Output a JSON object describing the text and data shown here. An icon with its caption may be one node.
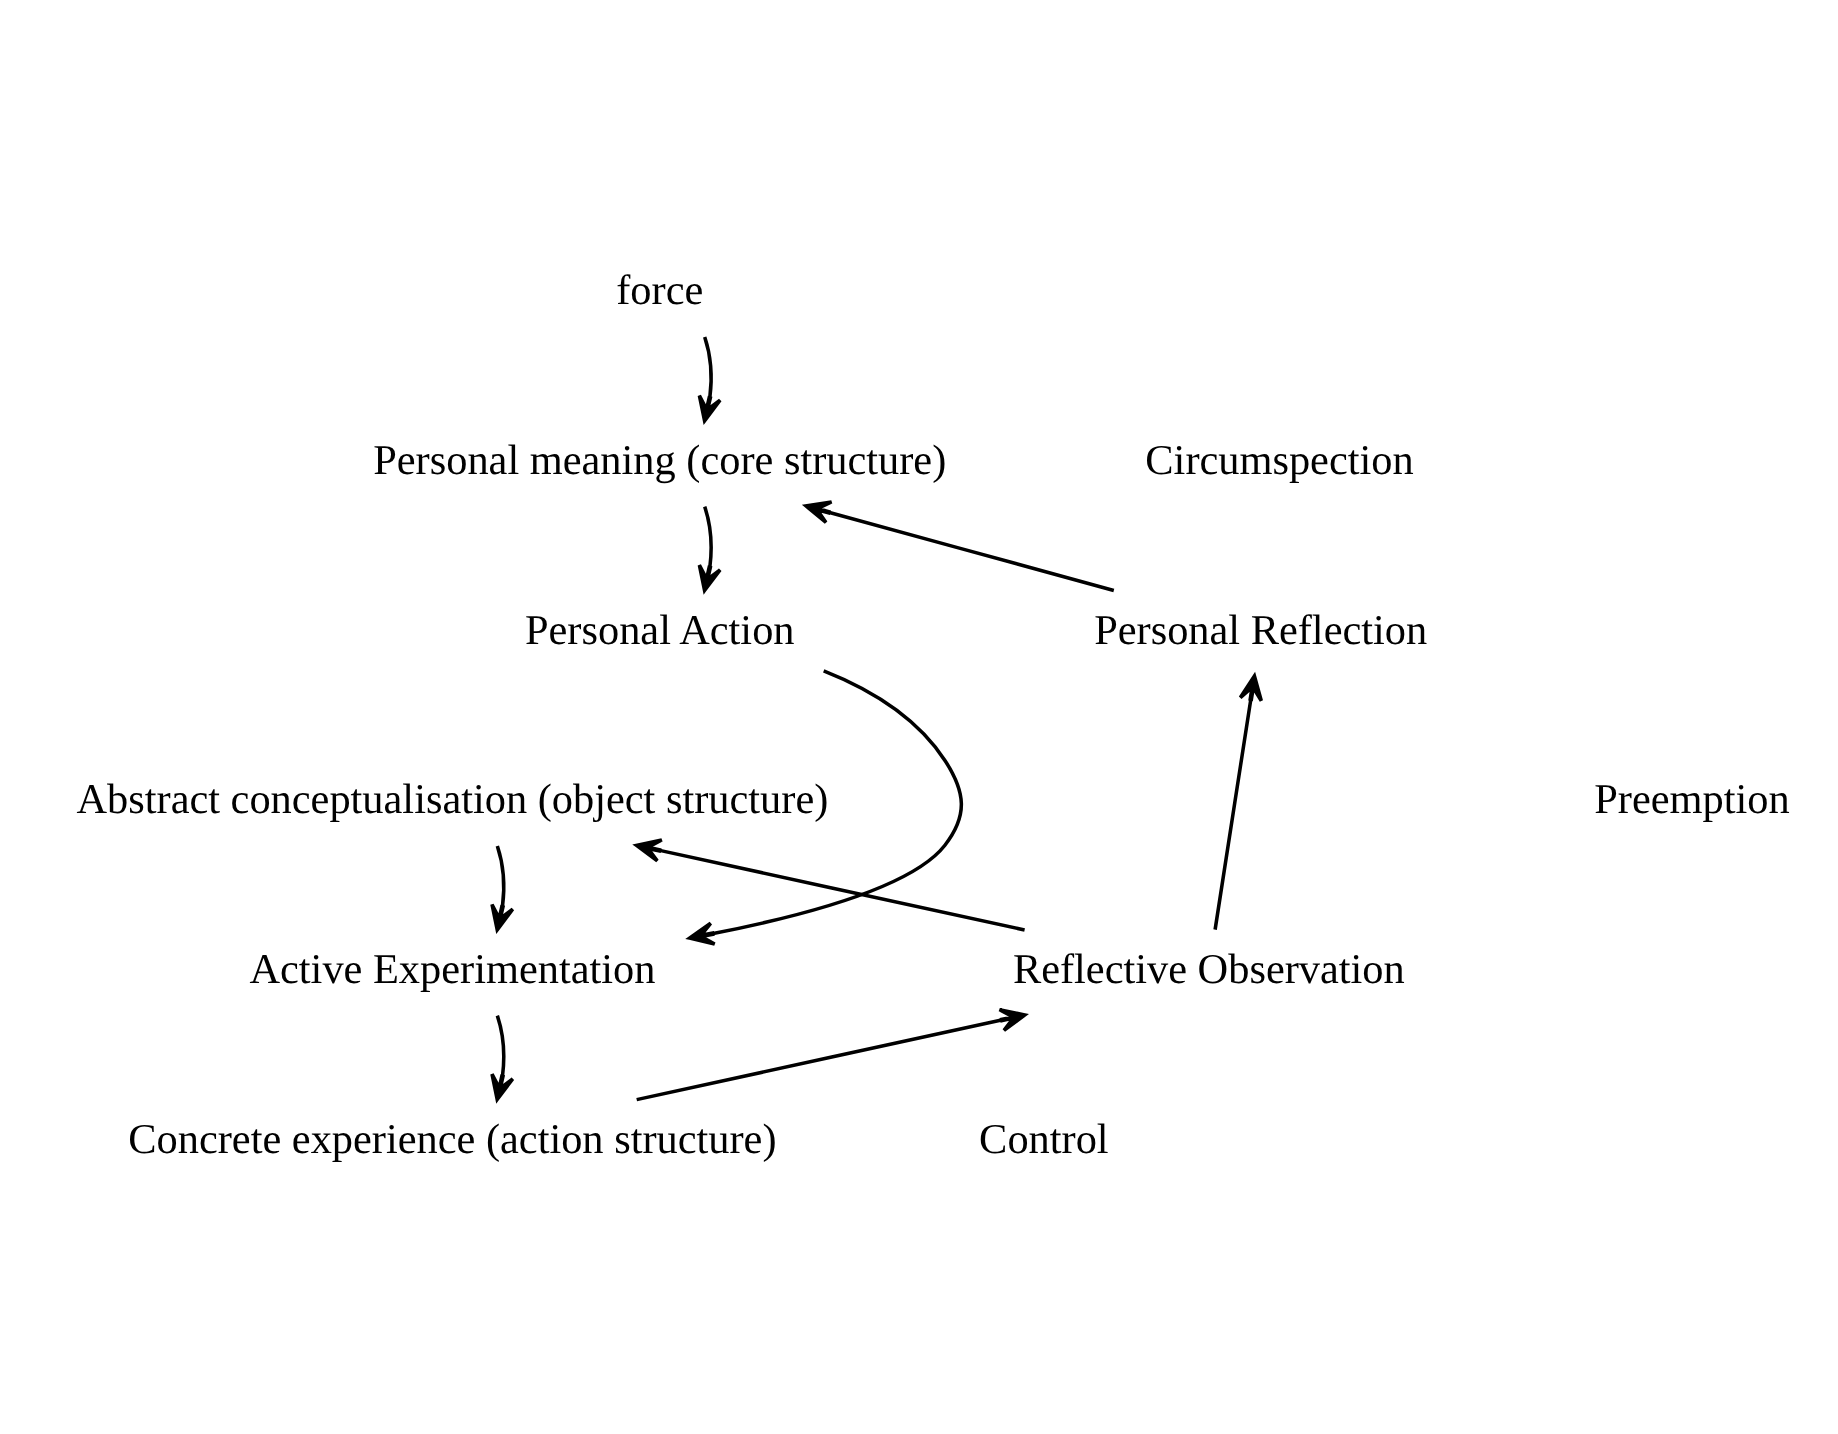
{
  "diagram": {
    "nodes": [
      {
        "text": [
          "force"
        ]
      },
      {
        "text": [
          "Personal meaning (core structure)"
        ]
      },
      {
        "text": [
          "Personal Action"
        ]
      },
      {
        "text": [
          "Personal Reflection"
        ]
      },
      {
        "text": [
          "Abstract conceptualisation (object structure)"
        ]
      },
      {
        "text": [
          "Active Experimentation"
        ]
      },
      {
        "text": [
          "Reflective Observation"
        ]
      },
      {
        "text": [
          "Concrete experience (action structure)"
        ]
      }
    ],
    "edges": [
      {
        "from": 0,
        "to": 1,
        "arrow": "to"
      },
      {
        "from": 1,
        "to": 2,
        "arrow": "to"
      },
      {
        "from": 2,
        "to": 5,
        "arrow": "to"
      },
      {
        "from": 3,
        "to": 1,
        "arrow": "to"
      },
      {
        "from": 6,
        "to": 3,
        "arrow": "to"
      },
      {
        "from": 6,
        "to": 4,
        "arrow": "to"
      },
      {
        "from": 4,
        "to": 5,
        "arrow": "to"
      },
      {
        "from": 5,
        "to": 7,
        "arrow": "to"
      },
      {
        "from": 7,
        "to": 6,
        "arrow": "to"
      }
    ],
    "labels": [
      "Circumspection",
      "Preemption",
      "Control"
    ]
  }
}
